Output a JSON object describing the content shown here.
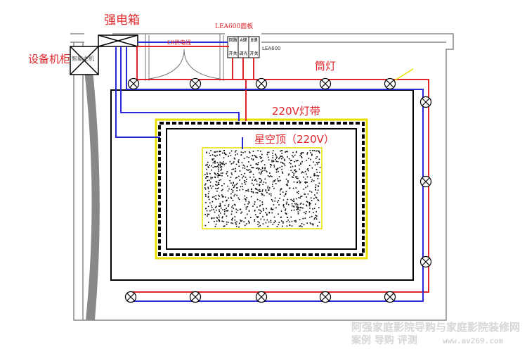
{
  "labels": {
    "power_box": "强电箱",
    "equipment_cabinet": "设备机柜",
    "smart_host": "智能主机",
    "panel": "LEA600面板",
    "panel_model": "LEA600",
    "supply_line": "LX供电线",
    "downlight": "筒灯",
    "light_strip": "220V灯带",
    "star_ceiling": "星空顶（220V）",
    "panel_keys": [
      "回路",
      "A键",
      "B键"
    ],
    "panel_keys_bottom": [
      "开关",
      "调光",
      "开关"
    ]
  },
  "watermark": {
    "line1": "阿强家庭影院导购与家庭影院装修网",
    "line2": "案例 导购 评测",
    "url": "www.av269.com"
  },
  "colors": {
    "red": "#e0262a",
    "blue": "#2a2ad8",
    "yellow": "#e8e000",
    "wall": "#888888"
  }
}
